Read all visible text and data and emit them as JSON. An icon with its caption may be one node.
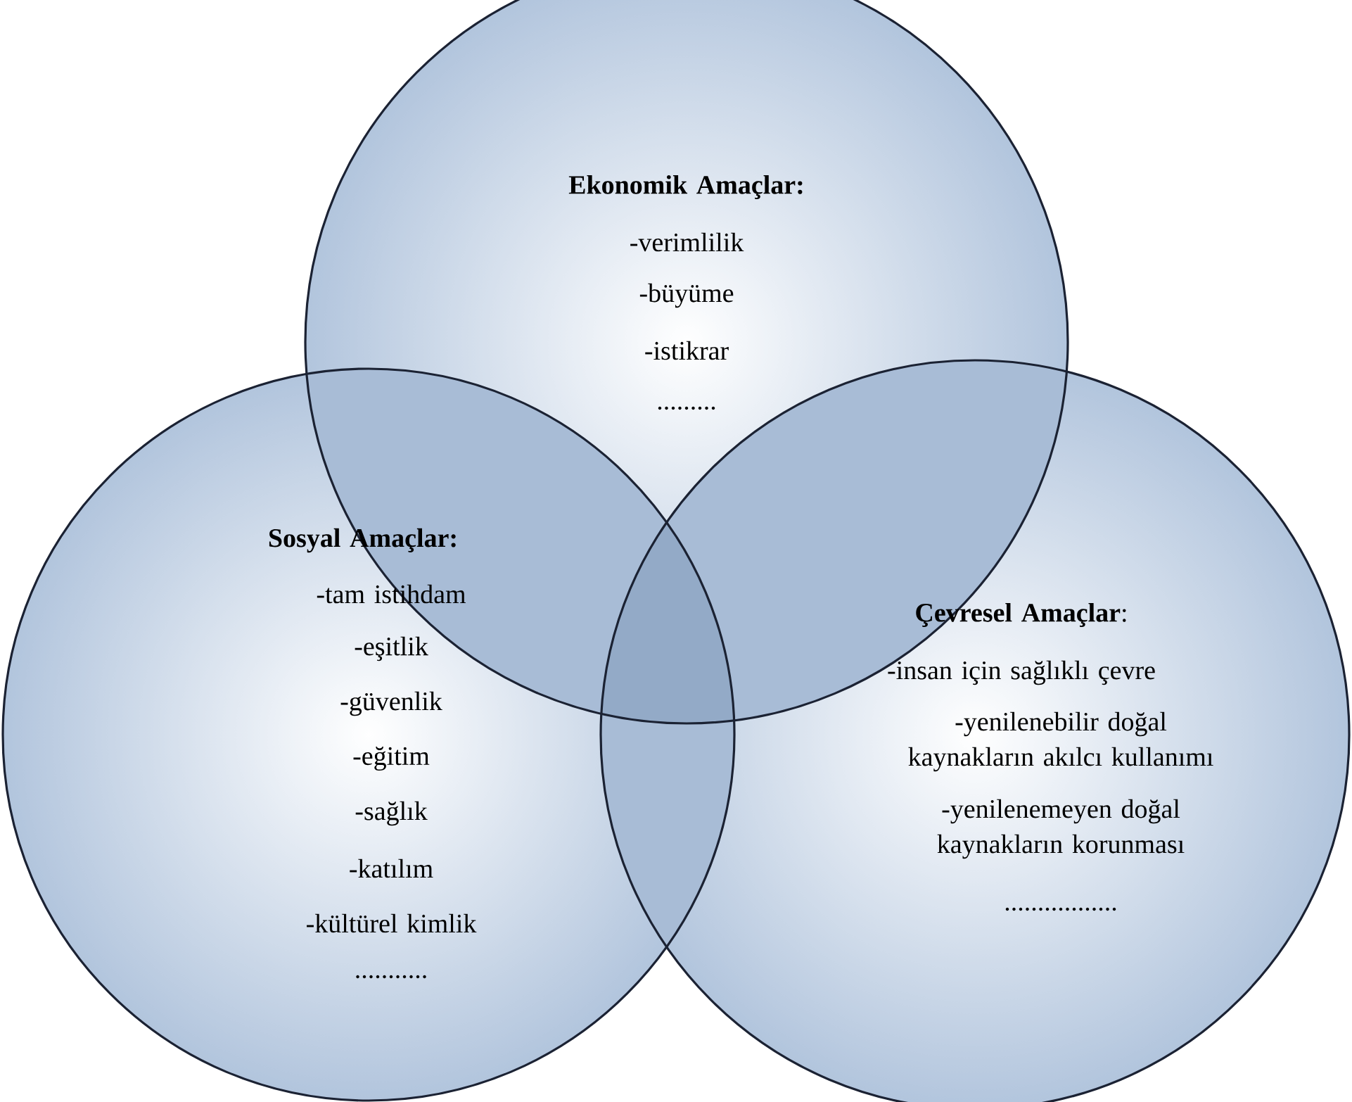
{
  "diagram": {
    "nodes": [
      {
        "text": [
          "Ekonomik Amaçlar:",
          "-verimlilik",
          "-büyüme",
          "-istikrar",
          "........."
        ]
      },
      {
        "text": [
          "Sosyal Amaçlar:",
          "-tam istihdam",
          "-eşitlik",
          "-güvenlik",
          "-eğitim",
          "-sağlık",
          "-katılım",
          "-kültürel kimlik",
          "..........."
        ]
      },
      {
        "text": [
          "**Çevresel Amaçlar**:",
          "-insan için sağlıklı çevre",
          "-yenilenebilir doğal kaynakların akılcı kullanımı",
          "-yenilenemeyen doğal kaynakların korunması",
          "................."
        ]
      }
    ]
  }
}
